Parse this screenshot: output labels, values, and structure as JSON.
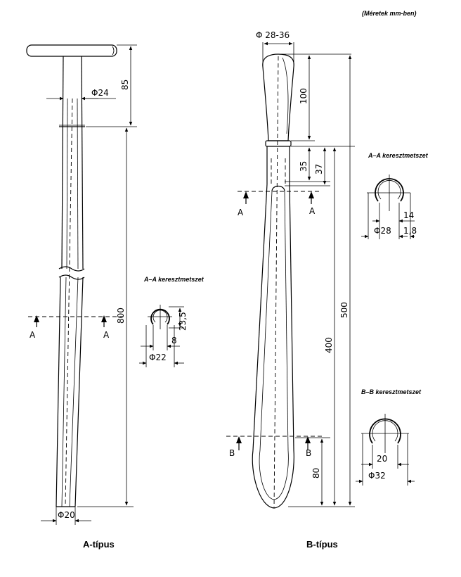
{
  "units_note": "(Méretek mm-ben)",
  "type_a": {
    "caption": "A-típus",
    "dims": {
      "length_85": "85",
      "length_800": "800",
      "dia_24": "Φ24",
      "dia_20": "Φ20"
    },
    "section_mark": "A",
    "section": {
      "title": "A–A keresztmetszet",
      "d1": "23,5",
      "d2": "8",
      "d3": "Φ22"
    }
  },
  "type_b": {
    "caption": "B-típus",
    "dims": {
      "handle_dia": "Φ 28-36",
      "length_100": "100",
      "length_35": "35",
      "length_37": "37",
      "length_400": "400",
      "length_500": "500",
      "length_80": "80"
    },
    "section_mark_a": "A",
    "section_mark_b": "B",
    "section_a": {
      "title": "A–A keresztmetszet",
      "d1": "14",
      "d2": "Φ28",
      "d3": "1,8"
    },
    "section_b": {
      "title": "B–B keresztmetszet",
      "d1": "20",
      "d2": "Φ32"
    }
  }
}
